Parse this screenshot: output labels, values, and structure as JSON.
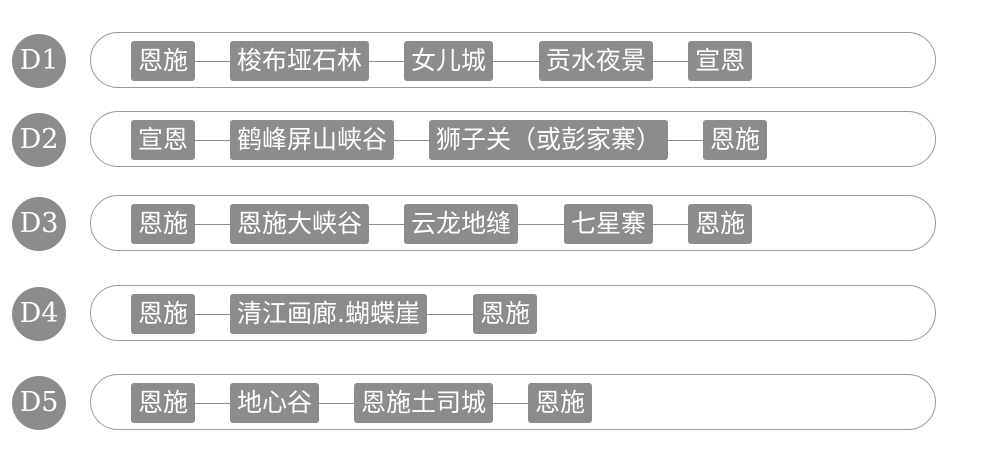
{
  "itinerary": [
    {
      "day": "D1",
      "stops": [
        "恩施",
        "梭布垭石林",
        "女儿城",
        "贡水夜景",
        "宣恩"
      ]
    },
    {
      "day": "D2",
      "stops": [
        "宣恩",
        "鹤峰屏山峡谷",
        "狮子关（或彭家寨）",
        "恩施"
      ]
    },
    {
      "day": "D3",
      "stops": [
        "恩施",
        "恩施大峡谷",
        "云龙地缝",
        "七星寨",
        "恩施"
      ]
    },
    {
      "day": "D4",
      "stops": [
        "恩施",
        "清江画廊.蝴蝶崖",
        "恩施"
      ]
    },
    {
      "day": "D5",
      "stops": [
        "恩施",
        "地心谷",
        "恩施土司城",
        "恩施"
      ]
    }
  ]
}
